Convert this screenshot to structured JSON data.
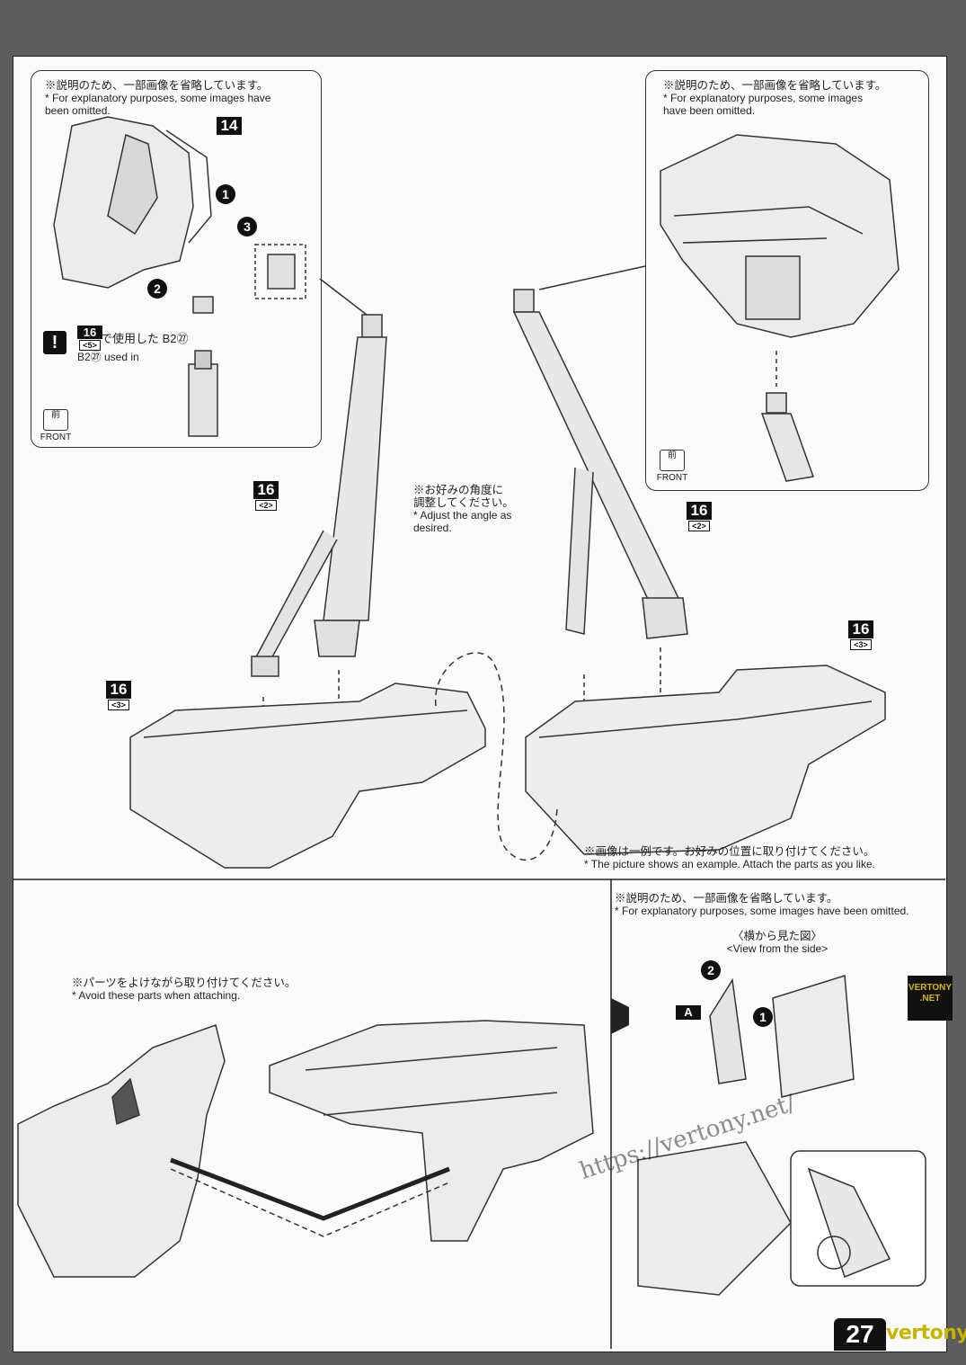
{
  "top_left_panel": {
    "note_jp": "※説明のため、一部画像を省略しています。",
    "note_en": "* For explanatory purposes, some images have",
    "note_en2": "been omitted.",
    "part_label": "14",
    "steps": [
      "1",
      "2",
      "3"
    ],
    "warning_symbol": "!",
    "warning_jp": "で使用した B2㉗",
    "warning_en": "B2㉗ used in",
    "ref_num": "16",
    "ref_sub": "<5>",
    "front_jp": "前",
    "front_en": "FRONT"
  },
  "top_right_panel": {
    "note_jp": "※説明のため、一部画像を省略しています。",
    "note_en": "* For explanatory purposes, some images",
    "note_en2": "have been omitted.",
    "front_jp": "前",
    "front_en": "FRONT"
  },
  "middle": {
    "angle_note_jp1": "※お好みの角度に",
    "angle_note_jp2": "調整してください。",
    "angle_note_en1": "* Adjust the angle as",
    "angle_note_en2": "desired.",
    "left_arm": {
      "num": "16",
      "sub": "<2>"
    },
    "right_arm": {
      "num": "16",
      "sub": "<2>"
    },
    "left_base": {
      "num": "16",
      "sub": "<3>"
    },
    "right_base": {
      "num": "16",
      "sub": "<3>"
    },
    "example_jp": "※画像は一例です。お好みの位置に取り付けてください。",
    "example_en": "* The picture shows an example. Attach the parts as you like."
  },
  "bottom": {
    "avoid_jp": "※パーツをよけながら取り付けてください。",
    "avoid_en": "* Avoid these parts when attaching.",
    "omit_jp": "※説明のため、一部画像を省略しています。",
    "omit_en": "* For explanatory purposes, some images have been omitted.",
    "side_jp": "〈横から見た図〉",
    "side_en": "<View from the side>",
    "part_a": "A",
    "steps": [
      "2",
      "1"
    ]
  },
  "page_number": "27",
  "watermark": {
    "site": "vertony.net",
    "logo_line1": "VERTONY",
    "logo_line2": ".NET",
    "url": "https://vertony.net/"
  }
}
